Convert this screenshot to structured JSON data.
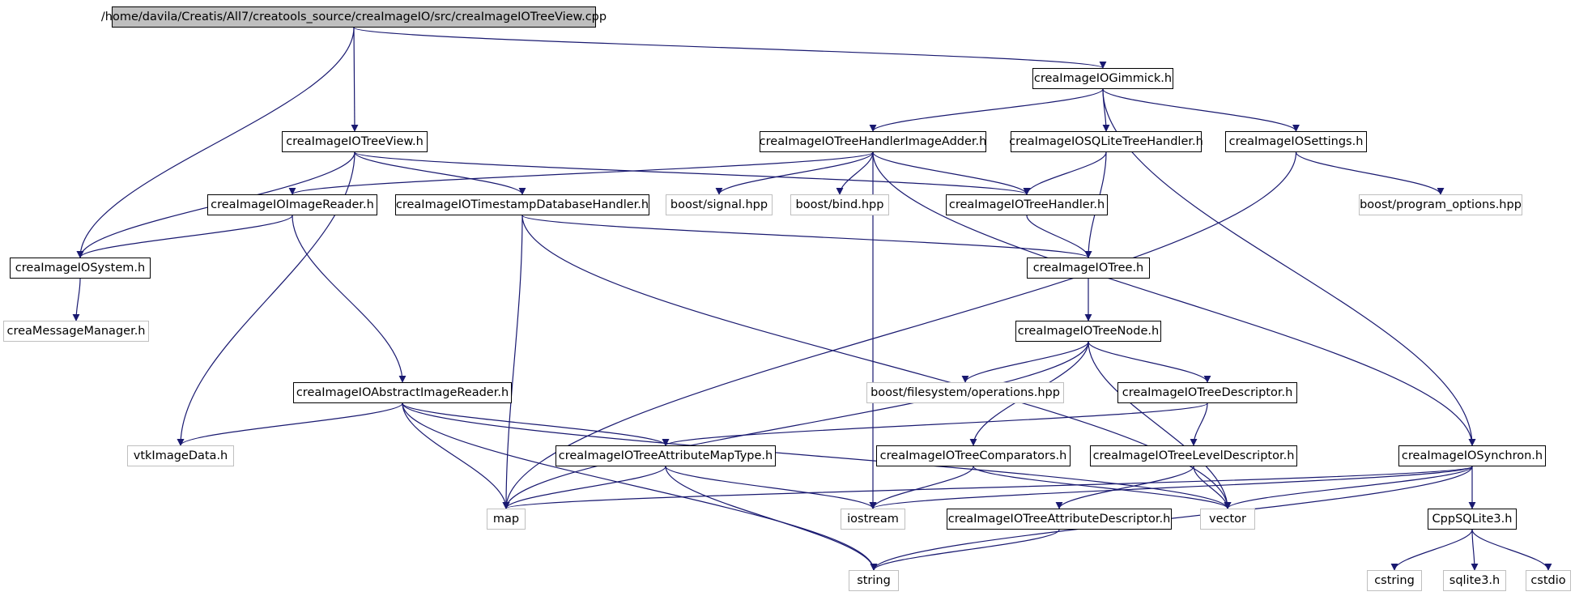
{
  "graph": {
    "nodes": [
      {
        "id": "root",
        "label": "/home/davila/Creatis/All7/creatools_source/creaImageIO/src/creaImageIOTreeView.cpp",
        "kind": "root"
      },
      {
        "id": "gimmick",
        "label": "creaImageIOGimmick.h",
        "kind": "internal"
      },
      {
        "id": "treeview",
        "label": "creaImageIOTreeView.h",
        "kind": "internal"
      },
      {
        "id": "handleradder",
        "label": "creaImageIOTreeHandlerImageAdder.h",
        "kind": "internal"
      },
      {
        "id": "sqlite",
        "label": "creaImageIOSQLiteTreeHandler.h",
        "kind": "internal"
      },
      {
        "id": "settings",
        "label": "creaImageIOSettings.h",
        "kind": "internal"
      },
      {
        "id": "imagereader",
        "label": "creaImageIOImageReader.h",
        "kind": "internal"
      },
      {
        "id": "timestamp",
        "label": "creaImageIOTimestampDatabaseHandler.h",
        "kind": "internal"
      },
      {
        "id": "signal",
        "label": "boost/signal.hpp",
        "kind": "external"
      },
      {
        "id": "bind",
        "label": "boost/bind.hpp",
        "kind": "external"
      },
      {
        "id": "treehandler",
        "label": "creaImageIOTreeHandler.h",
        "kind": "internal"
      },
      {
        "id": "progopts",
        "label": "boost/program_options.hpp",
        "kind": "external"
      },
      {
        "id": "system",
        "label": "creaImageIOSystem.h",
        "kind": "internal"
      },
      {
        "id": "tree",
        "label": "creaImageIOTree.h",
        "kind": "internal"
      },
      {
        "id": "msgmgr",
        "label": "creaMessageManager.h",
        "kind": "external"
      },
      {
        "id": "treenode",
        "label": "creaImageIOTreeNode.h",
        "kind": "internal"
      },
      {
        "id": "absreader",
        "label": "creaImageIOAbstractImageReader.h",
        "kind": "internal"
      },
      {
        "id": "fsops",
        "label": "boost/filesystem/operations.hpp",
        "kind": "external"
      },
      {
        "id": "treedesc",
        "label": "creaImageIOTreeDescriptor.h",
        "kind": "internal"
      },
      {
        "id": "vtkimg",
        "label": "vtkImageData.h",
        "kind": "external"
      },
      {
        "id": "attrmap",
        "label": "creaImageIOTreeAttributeMapType.h",
        "kind": "internal"
      },
      {
        "id": "comparators",
        "label": "creaImageIOTreeComparators.h",
        "kind": "internal"
      },
      {
        "id": "leveldesc",
        "label": "creaImageIOTreeLevelDescriptor.h",
        "kind": "internal"
      },
      {
        "id": "synchron",
        "label": "creaImageIOSynchron.h",
        "kind": "internal"
      },
      {
        "id": "map",
        "label": "map",
        "kind": "external"
      },
      {
        "id": "iostream",
        "label": "iostream",
        "kind": "external"
      },
      {
        "id": "attrdesc",
        "label": "creaImageIOTreeAttributeDescriptor.h",
        "kind": "internal"
      },
      {
        "id": "vector",
        "label": "vector",
        "kind": "external"
      },
      {
        "id": "cppsqlite",
        "label": "CppSQLite3.h",
        "kind": "internal"
      },
      {
        "id": "string",
        "label": "string",
        "kind": "external"
      },
      {
        "id": "cstring",
        "label": "cstring",
        "kind": "external"
      },
      {
        "id": "sqlite3",
        "label": "sqlite3.h",
        "kind": "external"
      },
      {
        "id": "cstdio",
        "label": "cstdio",
        "kind": "external"
      }
    ],
    "edges": [
      [
        "root",
        "system"
      ],
      [
        "root",
        "treeview"
      ],
      [
        "root",
        "gimmick"
      ],
      [
        "gimmick",
        "handleradder"
      ],
      [
        "gimmick",
        "sqlite"
      ],
      [
        "gimmick",
        "settings"
      ],
      [
        "gimmick",
        "synchron"
      ],
      [
        "treeview",
        "system"
      ],
      [
        "treeview",
        "vtkimg"
      ],
      [
        "treeview",
        "timestamp"
      ],
      [
        "treeview",
        "treehandler"
      ],
      [
        "handleradder",
        "imagereader"
      ],
      [
        "handleradder",
        "signal"
      ],
      [
        "handleradder",
        "bind"
      ],
      [
        "handleradder",
        "treehandler"
      ],
      [
        "handleradder",
        "iostream"
      ],
      [
        "handleradder",
        "synchron"
      ],
      [
        "sqlite",
        "treehandler"
      ],
      [
        "sqlite",
        "tree"
      ],
      [
        "settings",
        "progopts"
      ],
      [
        "settings",
        "map"
      ],
      [
        "imagereader",
        "system"
      ],
      [
        "imagereader",
        "absreader"
      ],
      [
        "timestamp",
        "tree"
      ],
      [
        "timestamp",
        "map"
      ],
      [
        "timestamp",
        "vector"
      ],
      [
        "treehandler",
        "tree"
      ],
      [
        "system",
        "msgmgr"
      ],
      [
        "tree",
        "treenode"
      ],
      [
        "treenode",
        "map"
      ],
      [
        "treenode",
        "fsops"
      ],
      [
        "treenode",
        "treedesc"
      ],
      [
        "treenode",
        "comparators"
      ],
      [
        "treenode",
        "vector"
      ],
      [
        "absreader",
        "vtkimg"
      ],
      [
        "absreader",
        "attrmap"
      ],
      [
        "absreader",
        "map"
      ],
      [
        "absreader",
        "string"
      ],
      [
        "absreader",
        "vector"
      ],
      [
        "treedesc",
        "attrmap"
      ],
      [
        "treedesc",
        "leveldesc"
      ],
      [
        "attrmap",
        "map"
      ],
      [
        "attrmap",
        "iostream"
      ],
      [
        "attrmap",
        "string"
      ],
      [
        "comparators",
        "iostream"
      ],
      [
        "comparators",
        "vector"
      ],
      [
        "leveldesc",
        "attrdesc"
      ],
      [
        "leveldesc",
        "vector"
      ],
      [
        "synchron",
        "map"
      ],
      [
        "synchron",
        "iostream"
      ],
      [
        "synchron",
        "vector"
      ],
      [
        "synchron",
        "string"
      ],
      [
        "synchron",
        "cppsqlite"
      ],
      [
        "attrdesc",
        "string"
      ],
      [
        "cppsqlite",
        "cstring"
      ],
      [
        "cppsqlite",
        "sqlite3"
      ],
      [
        "cppsqlite",
        "cstdio"
      ]
    ],
    "colors": {
      "edge": "#191970",
      "internal_border": "#000000",
      "external_border": "#bfbfbf",
      "root_fill": "#bfbfbf"
    }
  }
}
